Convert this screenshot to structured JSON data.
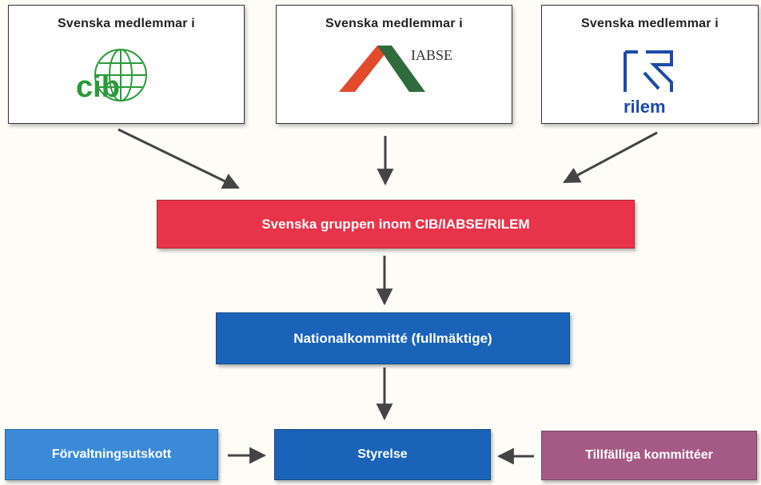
{
  "colors": {
    "red_box": "#e8344a",
    "blue_box": "#1a63b8",
    "light_blue_box": "#3a8ad8",
    "purple_box": "#a55a85",
    "cib_green": "#2a9a3a",
    "iabse_red": "#e24a2c",
    "iabse_green": "#2f6b3c",
    "rilem_blue": "#1c4aa8"
  },
  "members": [
    {
      "caption": "Svenska medlemmar i",
      "logo_icon": "cib-globe-logo",
      "logo_text": "cib"
    },
    {
      "caption": "Svenska medlemmar i",
      "logo_icon": "iabse-roof-logo",
      "logo_text": "IABSE"
    },
    {
      "caption": "Svenska medlemmar i",
      "logo_icon": "rilem-logo",
      "logo_text": "rilem"
    }
  ],
  "nodes": {
    "group": "Svenska gruppen inom CIB/IABSE/RILEM",
    "council": "Nationalkommitté (fullmäktige)",
    "exec": "Förvaltningsutskott",
    "board": "Styrelse",
    "temp": "Tillfälliga kommittéer"
  }
}
